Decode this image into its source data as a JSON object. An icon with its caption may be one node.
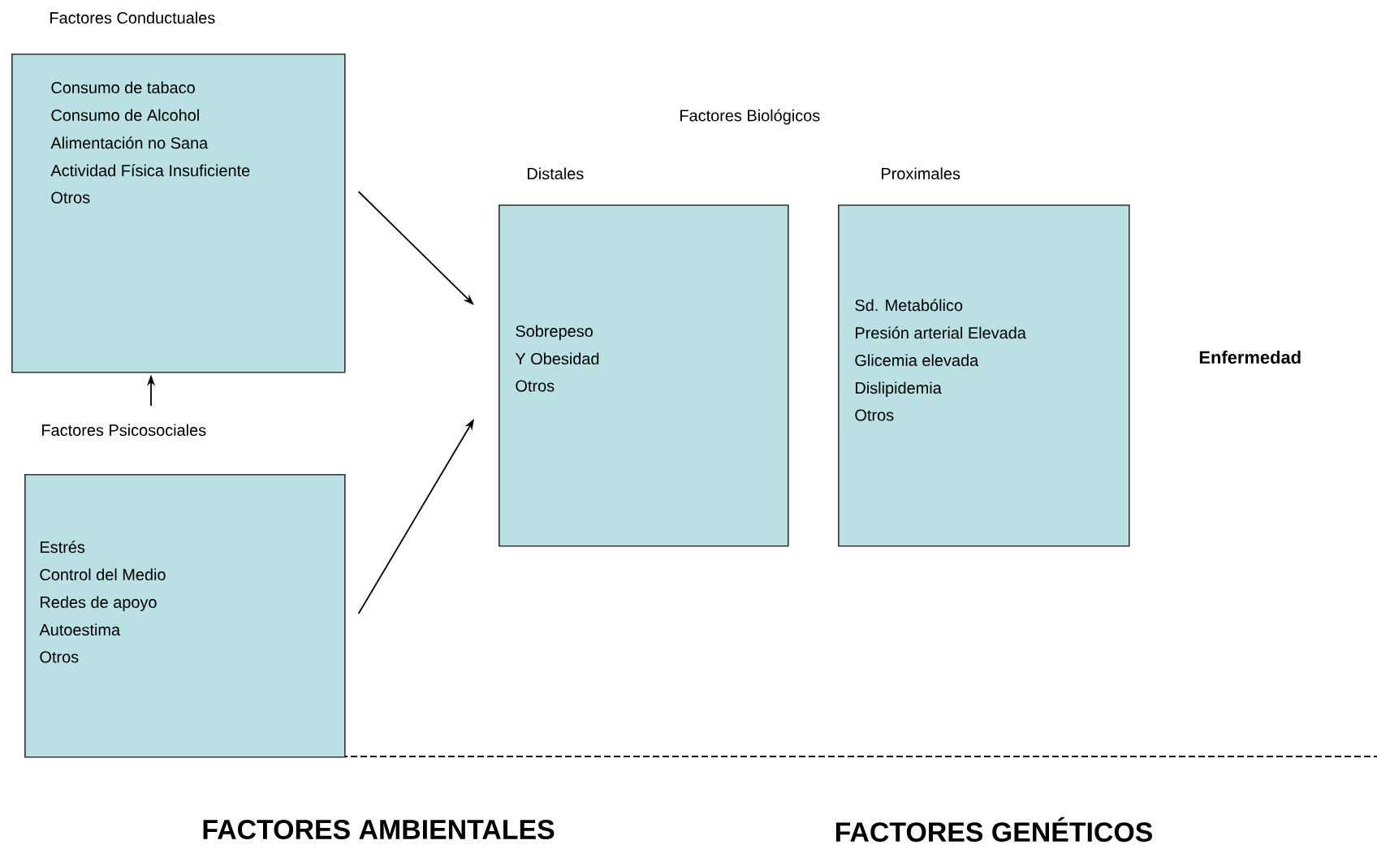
{
  "diagram": {
    "nodes": [
      {
        "text": [
          "Factores Conductuales",
          "Consumo de tabaco",
          "Consumo de Alcohol",
          "Alimentación no Sana",
          "Actividad Física Insuficiente",
          "Otros"
        ]
      },
      {
        "text": [
          "Factores Psicosociales",
          "Estrés",
          "Control del Medio",
          "Redes de apoyo",
          "Autoestima",
          "Otros"
        ]
      },
      {
        "text": [
          "Distales",
          "Sobrepeso",
          "Y Obesidad",
          "Otros"
        ]
      },
      {
        "text": [
          "Proximales",
          "Sd. Metabólico",
          "Presión arterial Elevada",
          "Glicemia elevada",
          "Dislipidemia",
          "Otros"
        ]
      }
    ],
    "edges": [
      {
        "from": 0,
        "to": 2,
        "arrow": "to"
      },
      {
        "from": 1,
        "to": 2,
        "arrow": "to"
      },
      {
        "from": 1,
        "to": 0,
        "arrow": "to"
      }
    ],
    "labels": [
      "Factores Biológicos",
      "Enfermedad",
      "FACTORES AMBIENTALES",
      "FACTORES GENÉTICOS"
    ]
  }
}
